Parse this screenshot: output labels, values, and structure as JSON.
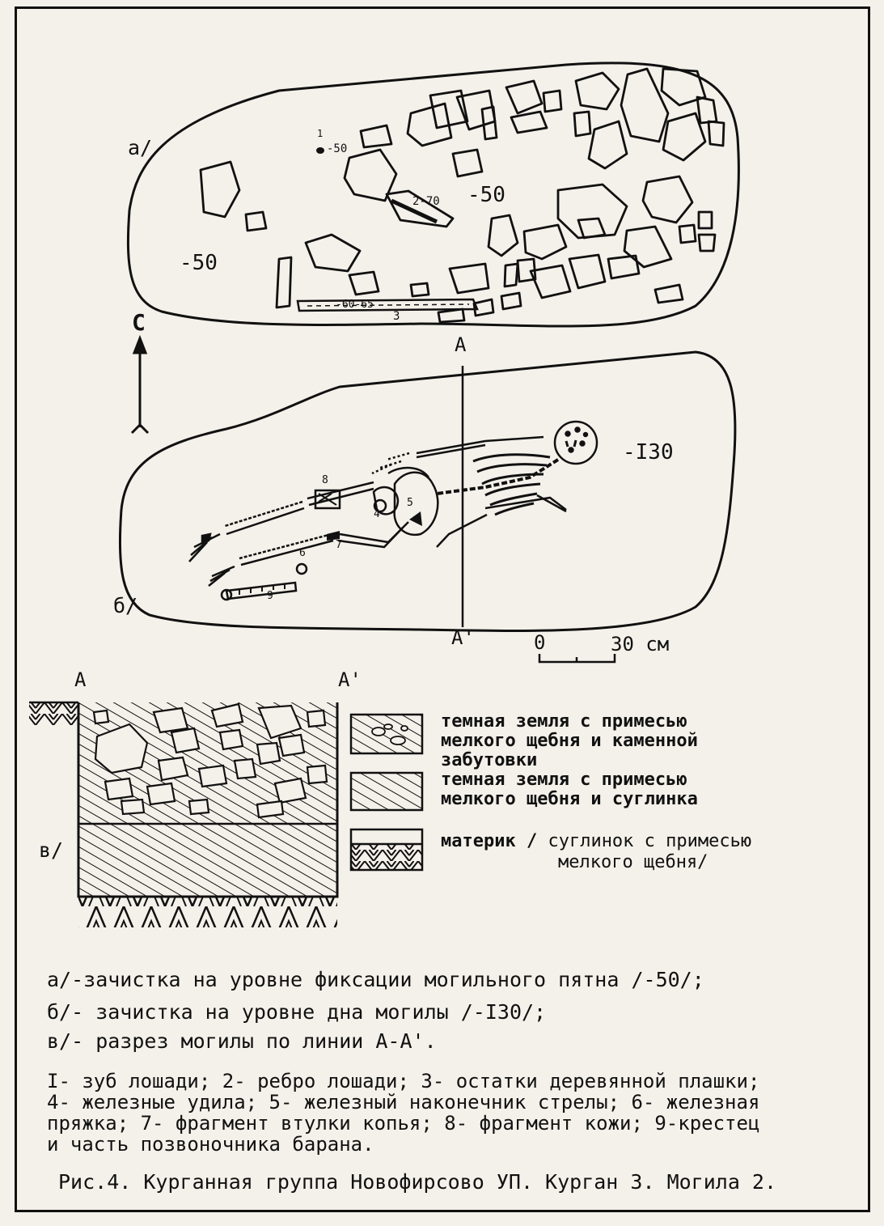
{
  "plan_a": {
    "label": "а/",
    "depth_left": "-50",
    "depth_center": "-50",
    "find1_label": "1",
    "find1_depth": "-50",
    "find2_label": "2-70",
    "find3_depth": "-60-65",
    "find3_label": "3"
  },
  "plan_b": {
    "label": "б/",
    "depth": "-I30",
    "find_labels": [
      "8",
      "4",
      "5",
      "7",
      "6",
      "9"
    ]
  },
  "north_label": "С",
  "section_line": {
    "top": "А",
    "bottom": "А'"
  },
  "scale": {
    "zero": "0",
    "value": "30 см"
  },
  "section_v": {
    "label": "в/",
    "left": "А",
    "right": "А'"
  },
  "legend": [
    {
      "text": "темная земля с примесью\nмелкого щебня и каменной\nзабутовки"
    },
    {
      "text": "темная земля с примесью\nмелкого щебня и суглинка"
    },
    {
      "bold": "материк /",
      "rest": " суглинок с примесью",
      "line2": "мелкого щебня/"
    }
  ],
  "captions": {
    "a": "а/-зачистка на уровне фиксации могильного пятна /-50/;",
    "b": "б/- зачистка на уровне дна могилы /-I30/;",
    "v": "в/- разрез могилы по линии А-А'."
  },
  "items_text": "I- зуб лошади; 2- ребро лошади; 3- остатки деревянной плашки;\n4- железные удила; 5- железный наконечник стрелы; 6- железная\nпряжка; 7- фрагмент втулки копья; 8- фрагмент кожи; 9-крестец\nи часть позвоночника барана.",
  "figure_caption": "Рис.4. Курганная группа Новофирсово УП. Курган 3. Могила 2."
}
